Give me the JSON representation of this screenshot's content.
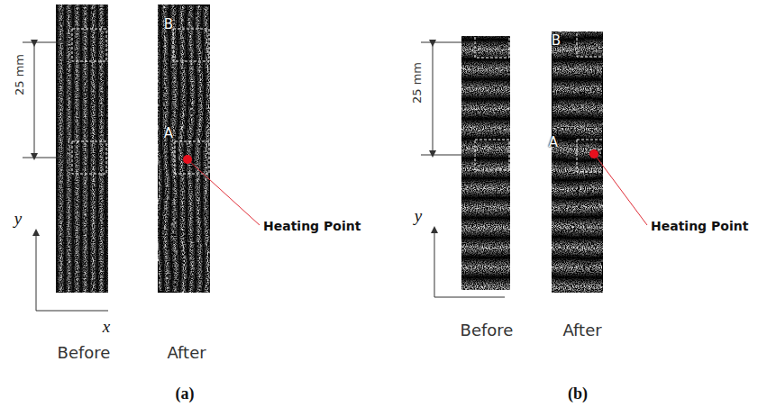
{
  "diagram": {
    "labels": [
      "25 mm",
      "B",
      "A",
      "Heating Point",
      "y",
      "x",
      "Before",
      "After",
      "(a)",
      "25 mm",
      "B",
      "A",
      "Heating Point",
      "y",
      "Before",
      "After",
      "(b)"
    ]
  }
}
